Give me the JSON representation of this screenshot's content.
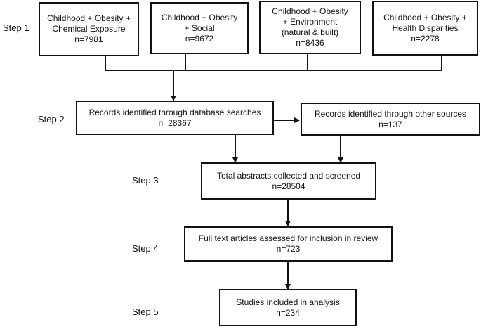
{
  "steps": [
    "Step 1",
    "Step 2",
    "Step 3",
    "Step 4",
    "Step 5"
  ],
  "search_boxes": [
    {
      "line1": "Childhood + Obesity +",
      "line2": "Chemical Exposure",
      "line3": "",
      "count": "n=7981"
    },
    {
      "line1": "Childhood + Obesity",
      "line2": "+ Social",
      "line3": "",
      "count": "n=9672"
    },
    {
      "line1": "Childhood + Obesity",
      "line2": "+ Environment",
      "line3": "(natural & built)",
      "count": "n=8436"
    },
    {
      "line1": "Childhood + Obesity +",
      "line2": "Health Disparities",
      "line3": "",
      "count": "n=2278"
    }
  ],
  "database_box": {
    "text": "Records identified through database searches",
    "count": "n=28367"
  },
  "other_box": {
    "text": "Records identified through other sources",
    "count": "n=137"
  },
  "screened_box": {
    "text": "Total abstracts collected and screened",
    "count": "n=28504"
  },
  "fulltext_box": {
    "text": "Full text articles assessed for inclusion in review",
    "count": "n=723"
  },
  "included_box": {
    "text": "Studies included in analysis",
    "count": "n=234"
  }
}
